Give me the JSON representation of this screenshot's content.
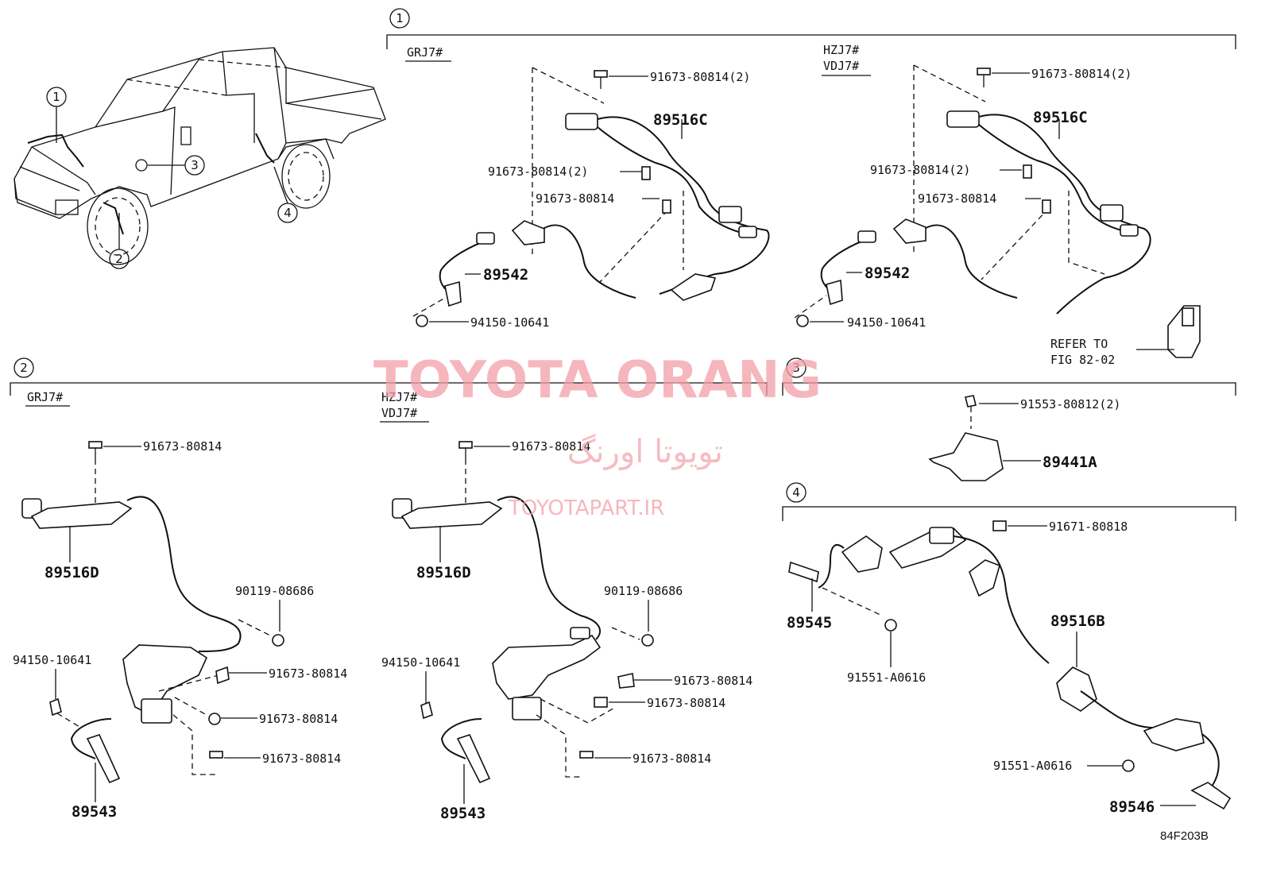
{
  "watermark": {
    "brand": "TOYOTA ORANG",
    "persian": "تویوتا اورنگ",
    "site": "TOYOTAPART.IR"
  },
  "figure_code": "84F203B",
  "overview": {
    "callouts": [
      "1",
      "2",
      "3",
      "4"
    ]
  },
  "section1": {
    "number": "1",
    "left": {
      "variant": "GRJ7#",
      "labels": [
        "91673-80814(2)",
        "89516C",
        "91673-80814(2)",
        "91673-80814",
        "89542",
        "94150-10641"
      ]
    },
    "right": {
      "variants": [
        "HZJ7#",
        "VDJ7#"
      ],
      "labels": [
        "91673-80814(2)",
        "89516C",
        "91673-80814(2)",
        "91673-80814",
        "89542",
        "94150-10641"
      ],
      "refer": [
        "REFER TO",
        "FIG 82-02"
      ]
    }
  },
  "section2": {
    "number": "2",
    "left": {
      "variant": "GRJ7#",
      "labels": [
        "91673-80814",
        "89516D",
        "90119-08686",
        "94150-10641",
        "91673-80814",
        "91673-80814",
        "91673-80814",
        "89543"
      ]
    },
    "right": {
      "variants": [
        "HZJ7#",
        "VDJ7#"
      ],
      "labels": [
        "91673-80814",
        "89516D",
        "90119-08686",
        "94150-10641",
        "91673-80814",
        "91673-80814",
        "91673-80814",
        "89543"
      ]
    }
  },
  "section3": {
    "number": "3",
    "labels": [
      "91553-80812(2)",
      "89441A"
    ]
  },
  "section4": {
    "number": "4",
    "labels": [
      "91671-80818",
      "89545",
      "91551-A0616",
      "89516B",
      "91551-A0616",
      "89546"
    ]
  }
}
